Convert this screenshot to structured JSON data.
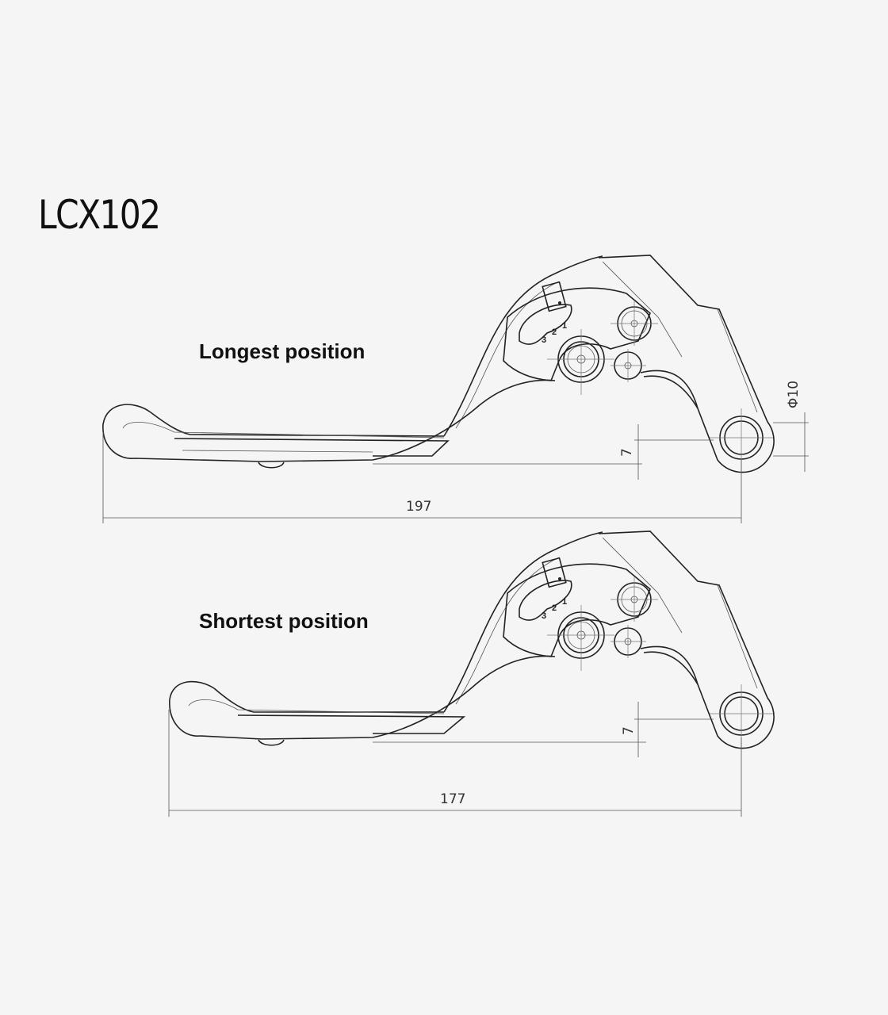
{
  "title": "LCX102",
  "drawings": [
    {
      "label": "Longest position",
      "length_dim": "197",
      "offset_dim": "7",
      "diameter_dim": "Φ10",
      "scale_marks": [
        "3",
        "2",
        "1"
      ]
    },
    {
      "label": "Shortest position",
      "length_dim": "177",
      "offset_dim": "7",
      "scale_marks": [
        "3",
        "2",
        "1"
      ]
    }
  ]
}
